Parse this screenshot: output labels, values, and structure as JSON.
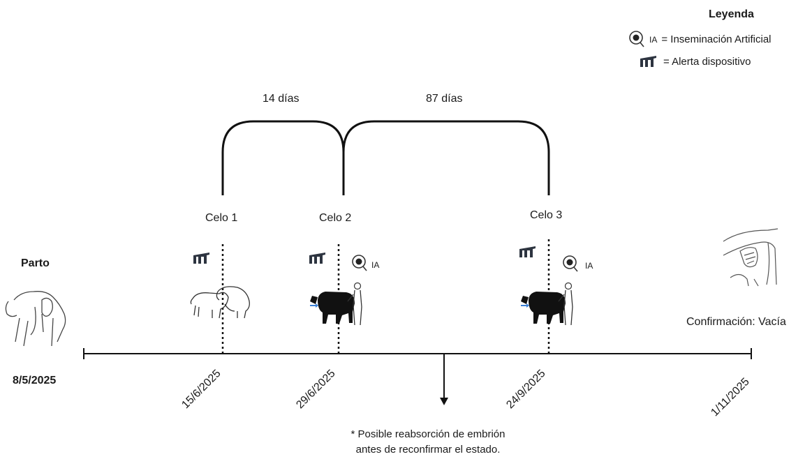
{
  "legend": {
    "title": "Leyenda",
    "ia_symbol": "IA",
    "ia_text": "= Inseminación Artificial",
    "device_text": "= Alerta dispositivo",
    "icons": [
      "syringe-ia-icon",
      "device-alert-icon"
    ]
  },
  "spans": [
    {
      "label": "14 días"
    },
    {
      "label": "87 días"
    }
  ],
  "events": [
    {
      "label": "Celo 1",
      "date": "15/6/2025",
      "ia": false
    },
    {
      "label": "Celo 2",
      "date": "29/6/2025",
      "ia": true,
      "ia_label": "IA"
    },
    {
      "label": "Celo 3",
      "date": "24/9/2025",
      "ia": true,
      "ia_label": "IA"
    }
  ],
  "start": {
    "label": "Parto",
    "date": "8/5/2025"
  },
  "end": {
    "label": "Confirmación: Vacía",
    "date": "1/11/2025"
  },
  "note": {
    "line1": "* Posible reabsorción de embrión",
    "line2": "antes de reconfirmar el estado."
  },
  "colors": {
    "line": "#111111",
    "icon": "#2d3440",
    "cow": "#111111",
    "arrow": "#3a7fd5"
  }
}
